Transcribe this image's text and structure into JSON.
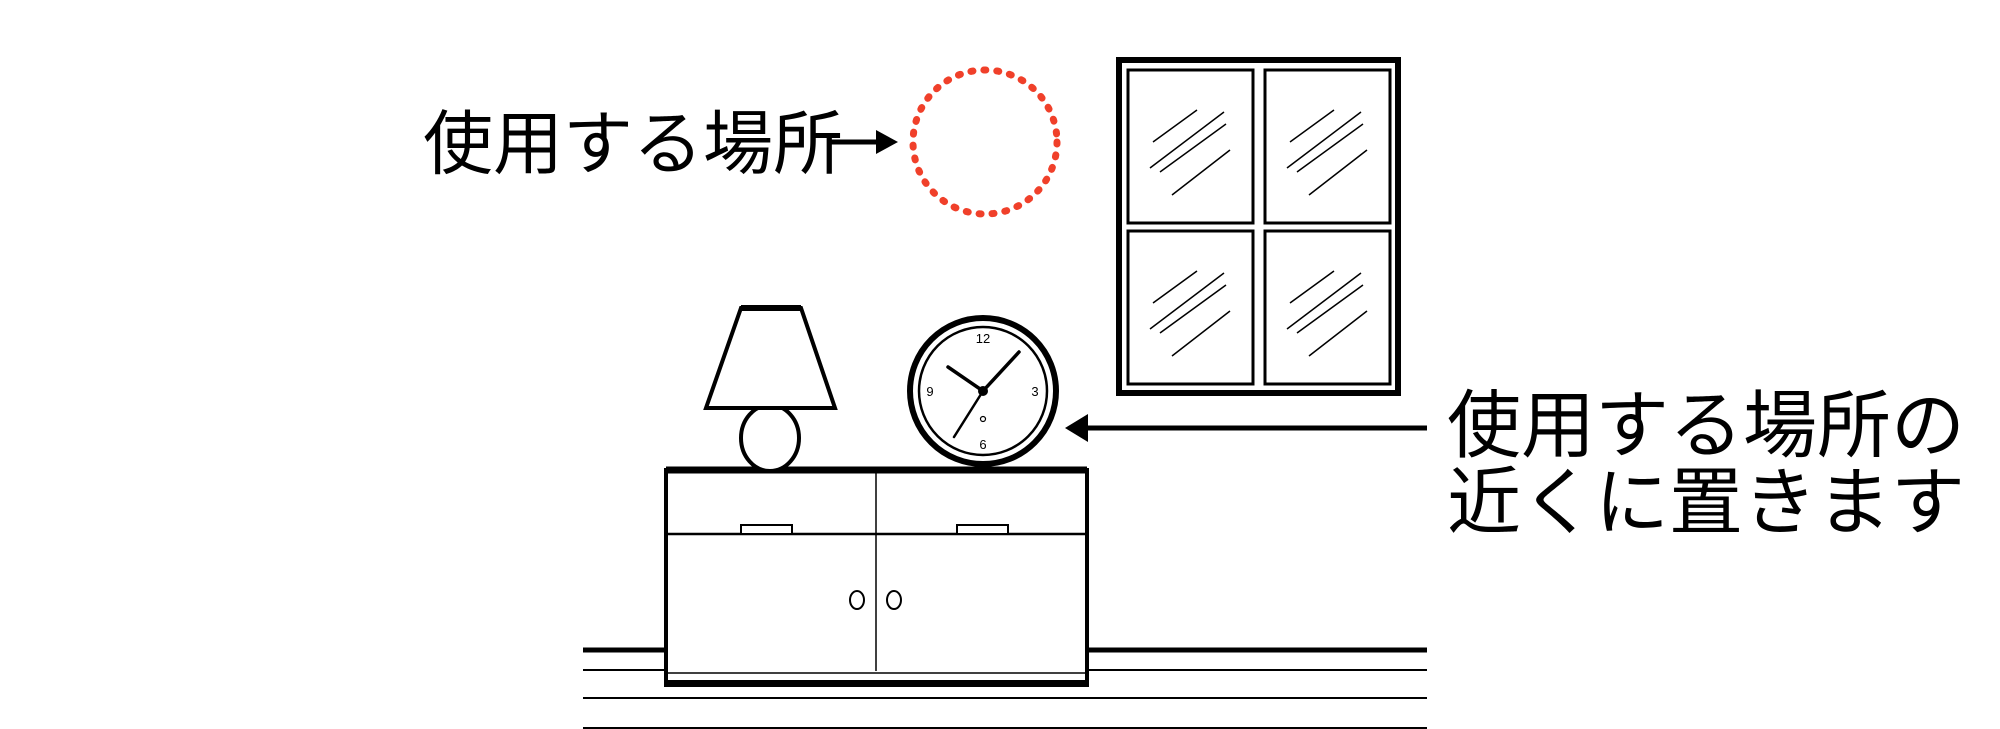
{
  "labels": {
    "usage_location": "使用する場所",
    "placement_line1": "使用する場所の",
    "placement_line2": "近くに置きます"
  },
  "clock": {
    "numerals": [
      "12",
      "3",
      "6",
      "9"
    ]
  },
  "colors": {
    "target_marker": "#f0402a",
    "line": "#000000"
  }
}
